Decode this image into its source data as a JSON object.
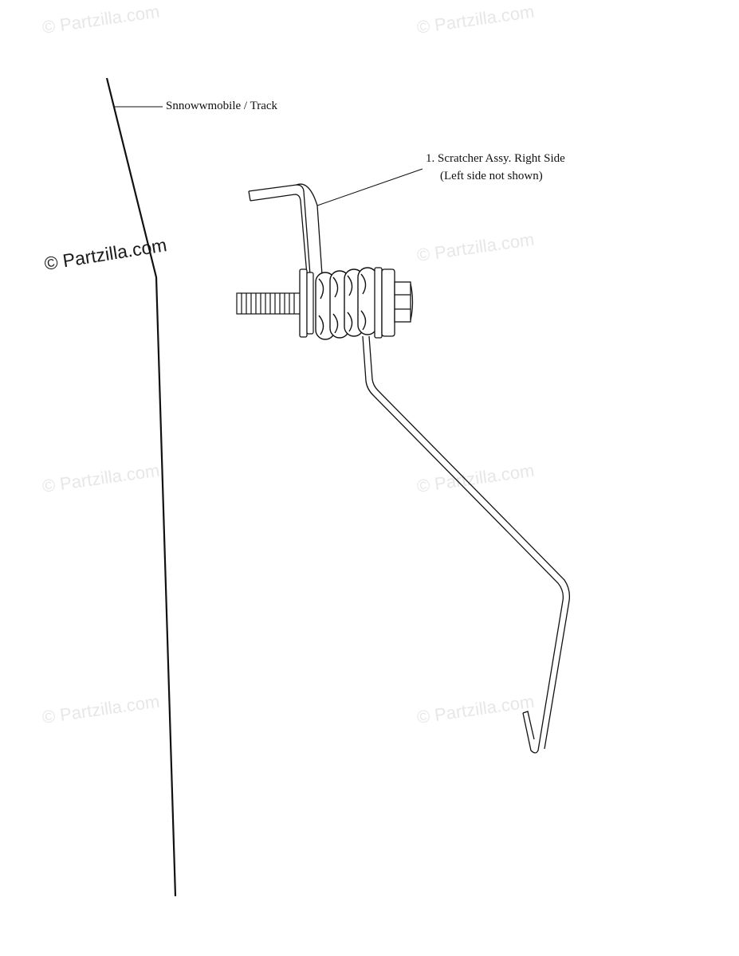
{
  "watermark": {
    "text": "© Partzilla.com"
  },
  "labels": {
    "track": "Snnowwmobile  / Track",
    "part_line1": "1. Scratcher Assy. Right Side",
    "part_line2": "(Left side not shown)"
  }
}
